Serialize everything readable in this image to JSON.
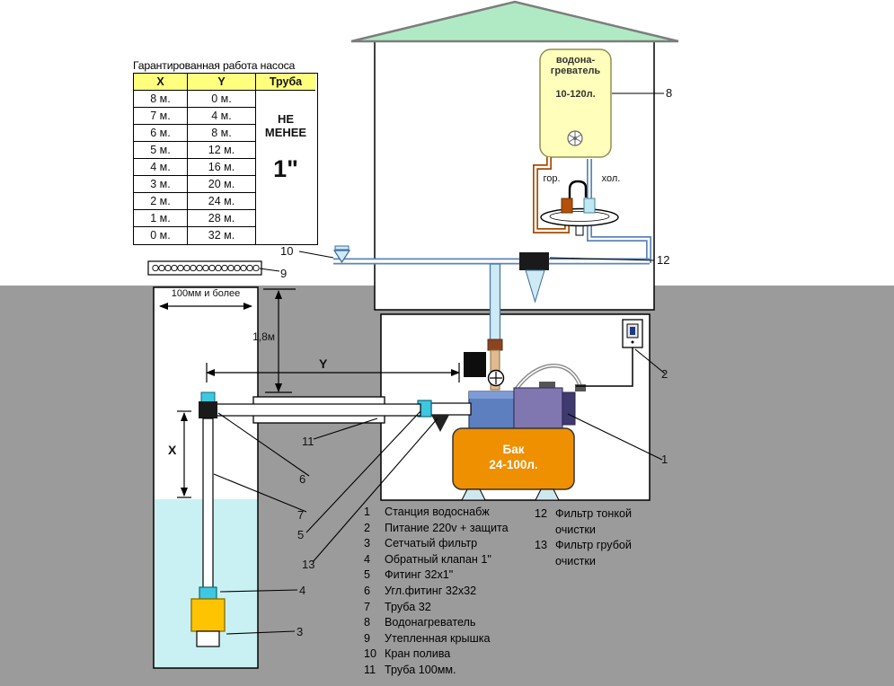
{
  "table": {
    "title": "Гарантированная работа насоса",
    "headers": [
      "X",
      "Y",
      "Труба"
    ],
    "rows": [
      [
        "8 м.",
        "0 м."
      ],
      [
        "7 м.",
        "4 м."
      ],
      [
        "6 м.",
        "8 м."
      ],
      [
        "5 м.",
        "12 м."
      ],
      [
        "4 м.",
        "16 м."
      ],
      [
        "3 м.",
        "20 м."
      ],
      [
        "2 м.",
        "24 м."
      ],
      [
        "1 м.",
        "28 м."
      ],
      [
        "0 м.",
        "32 м."
      ]
    ],
    "note1": "НЕ",
    "note2": "МЕНЕЕ",
    "size": "1\""
  },
  "heater": {
    "line1": "водона-",
    "line2": "греватель",
    "capacity": "10-120л."
  },
  "sink": {
    "hot": "гор.",
    "cold": "хол."
  },
  "tank": {
    "line1": "Бак",
    "line2": "24-100л."
  },
  "dims": {
    "y": "Y",
    "x": "X",
    "depth": "1,8м",
    "well_width": "100мм и более"
  },
  "callouts": {
    "c1": "1",
    "c2": "2",
    "c3": "3",
    "c4": "4",
    "c5": "5",
    "c6": "6",
    "c7": "7",
    "c8": "8",
    "c9": "9",
    "c10": "10",
    "c11": "11",
    "c12": "12",
    "c13": "13"
  },
  "legend": {
    "col1": [
      {
        "n": "1",
        "t": "Станция водоснабж"
      },
      {
        "n": "2",
        "t": "Питание 220v + защита"
      },
      {
        "n": "3",
        "t": "Сетчатый фильтр"
      },
      {
        "n": "4",
        "t": "Обратный клапан 1\""
      },
      {
        "n": "5",
        "t": "Фитинг 32х1\""
      },
      {
        "n": "6",
        "t": "Угл.фитинг 32х32"
      },
      {
        "n": "7",
        "t": "Труба 32"
      },
      {
        "n": "8",
        "t": "Водонагреватель"
      },
      {
        "n": "9",
        "t": "Утепленная крышка"
      },
      {
        "n": "10",
        "t": "Кран полива"
      },
      {
        "n": "11",
        "t": "Труба 100мм."
      }
    ],
    "col2": [
      {
        "n": "12",
        "t": "Фильтр тонкой очистки"
      },
      {
        "n": "13",
        "t": "Фильтр грубой очистки"
      }
    ]
  },
  "colors": {
    "ground": "#9b9b9b",
    "water": "#c9f1f3",
    "roof": "#b0eac4",
    "tank": "#ef9000",
    "pump": "#5d7fc0",
    "heater": "#ffffbb",
    "pipe_cold": "#5b84b8",
    "pipe_hot": "#a64b00",
    "table_header": "#ffff7d"
  }
}
